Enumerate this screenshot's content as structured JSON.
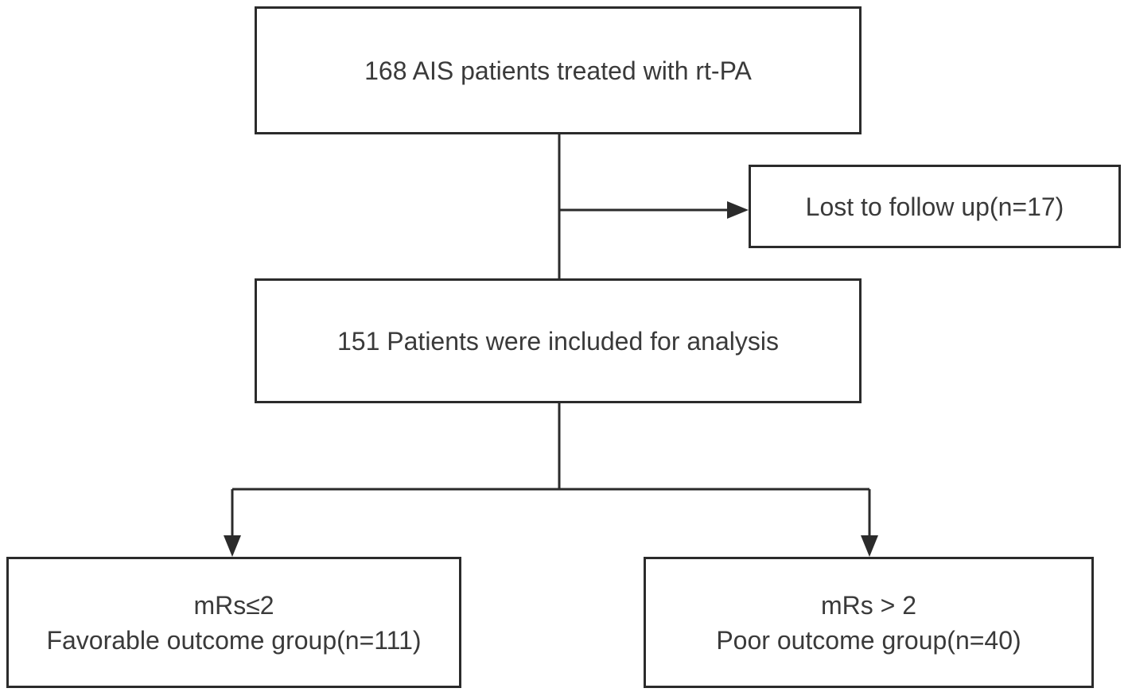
{
  "nodes": {
    "top": {
      "text": "168 AIS patients treated with rt-PA"
    },
    "lost": {
      "text": "Lost to follow up(n=17)"
    },
    "included": {
      "text": "151 Patients were included for analysis"
    },
    "favorable": {
      "line1": "mRs≤2",
      "line2": "Favorable outcome group(n=111)"
    },
    "poor": {
      "line1": "mRs > 2",
      "line2": "Poor outcome group(n=40)"
    }
  },
  "edges": [
    {
      "from": "top",
      "to": "included"
    },
    {
      "from": "top",
      "to": "lost"
    },
    {
      "from": "included",
      "to": "favorable"
    },
    {
      "from": "included",
      "to": "poor"
    }
  ],
  "colors": {
    "line": "#2b2b2b",
    "text": "#3a3a3a",
    "background": "#ffffff"
  }
}
